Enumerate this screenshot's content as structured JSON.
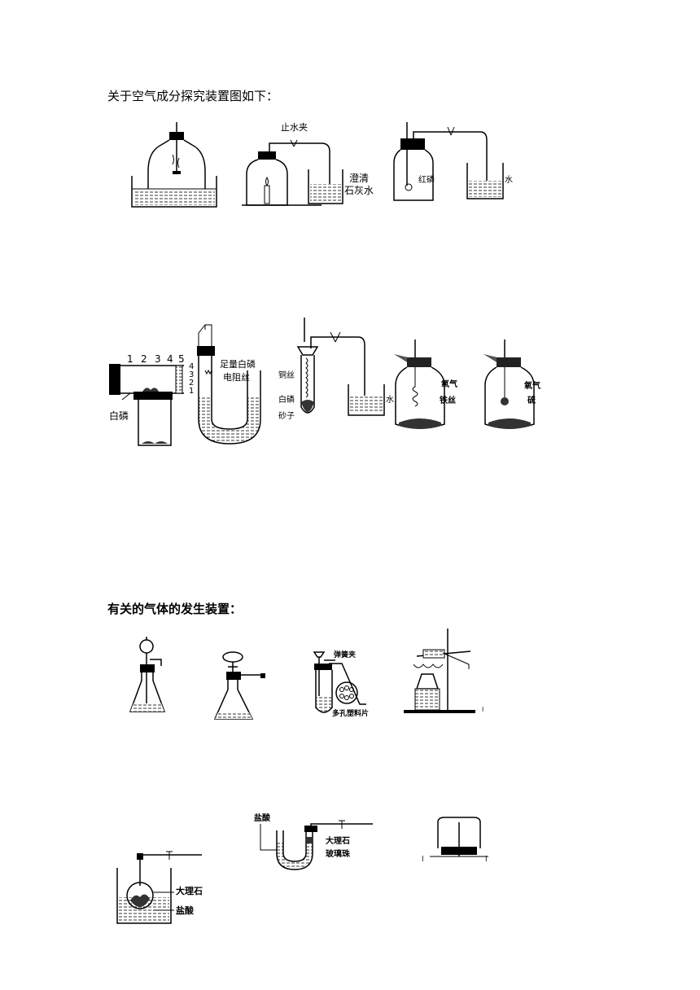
{
  "section1": {
    "heading": "关于空气成分探究装置图如下：",
    "labels": {
      "clamp": "止水夹",
      "limewater_1": "澄清",
      "limewater_2": "石灰水",
      "red_phosphorus": "红磷",
      "water_1": "水",
      "scale": [
        "1",
        "2",
        "3",
        "4",
        "5"
      ],
      "white_phosphorus_1": "白磷",
      "utube_scale": [
        "4",
        "3",
        "2",
        "1"
      ],
      "sufficient_white_p": "足量白磷",
      "resistance_wire": "电阻丝",
      "copper_wire": "铜丝",
      "white_phosphorus_2": "白磷",
      "sand": "砂子",
      "water_2": "水",
      "oxygen_1": "氧气",
      "iron_wire": "铁丝",
      "oxygen_2": "氧气",
      "sulfur": "硫"
    }
  },
  "section2": {
    "heading": "有关的气体的发生装置：",
    "labels": {
      "spring_clamp": "弹簧夹",
      "porous_plate": "多孔塑料片",
      "hcl_1": "盐酸",
      "marble_1": "大理石",
      "glass_beads": "玻璃珠",
      "marble_2": "大理石",
      "hcl_2": "盐酸"
    }
  }
}
